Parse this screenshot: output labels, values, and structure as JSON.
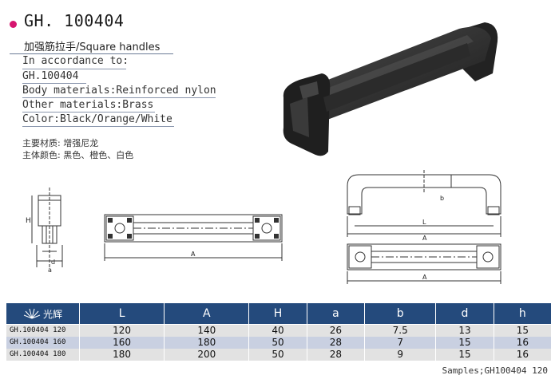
{
  "header": {
    "title": "GH. 100404",
    "subtitle": "加强筋拉手/Square handles"
  },
  "specs": {
    "accordance_label": "In accordance to:",
    "accordance_value": "GH.100404",
    "body_materials": "Body materials:Reinforced nylon",
    "other_materials": "Other materials:Brass",
    "color": "Color:Black/Orange/White"
  },
  "cn_specs": {
    "material": "主要材质:   增强尼龙",
    "color": "主体颜色:   黑色、橙色、白色"
  },
  "dimension_labels": {
    "H": "H",
    "d": "d",
    "a": "a",
    "A": "A",
    "L": "L",
    "b": "b"
  },
  "table": {
    "brand": "光辉",
    "headers": [
      "L",
      "A",
      "H",
      "a",
      "b",
      "d",
      "h"
    ],
    "rows": [
      {
        "model": "GH.100404 120",
        "values": [
          "120",
          "140",
          "40",
          "26",
          "7.5",
          "13",
          "15"
        ]
      },
      {
        "model": "GH.100404 160",
        "values": [
          "160",
          "180",
          "50",
          "28",
          "7",
          "15",
          "16"
        ]
      },
      {
        "model": "GH.100404 180",
        "values": [
          "180",
          "200",
          "50",
          "28",
          "9",
          "15",
          "16"
        ]
      }
    ]
  },
  "footer": {
    "samples": "Samples;GH100404 120"
  },
  "colors": {
    "accent_dot": "#d6156f",
    "table_header": "#244a7c",
    "row_light": "#e2e2e2",
    "row_blue": "#c9d0e1"
  }
}
